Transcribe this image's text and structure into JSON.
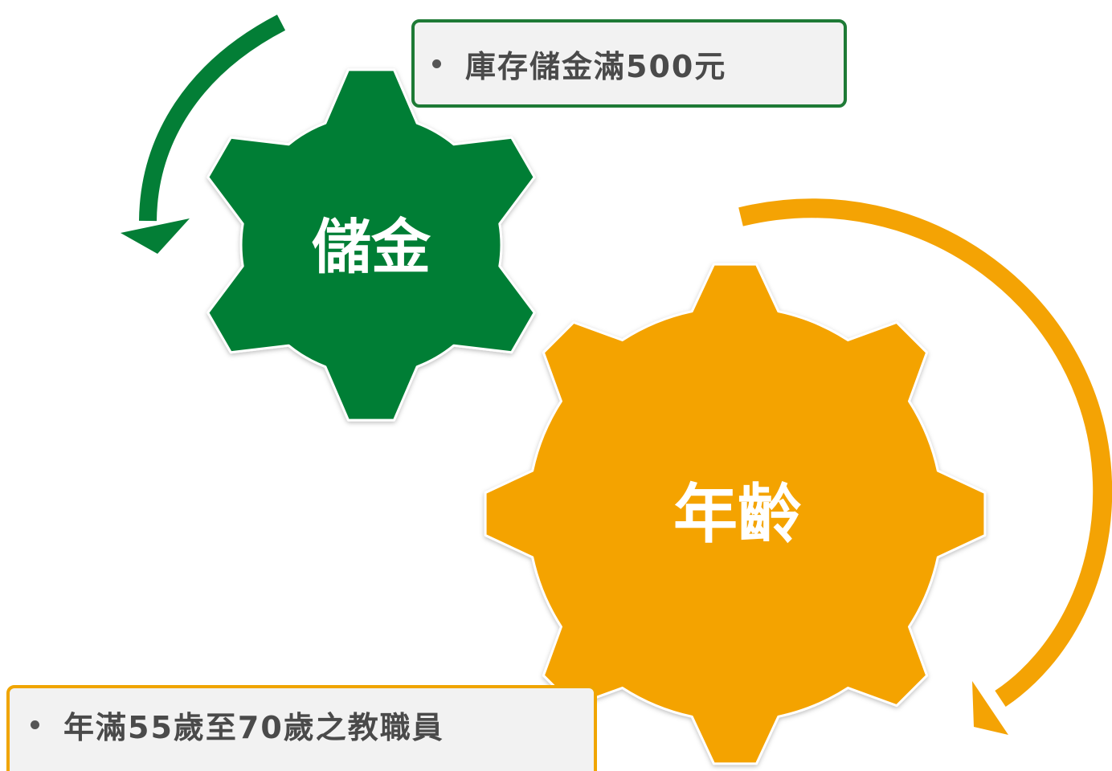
{
  "gears": {
    "savings": {
      "label": "儲金",
      "color": "#037e36"
    },
    "age": {
      "label": "年齡",
      "color": "#f4a304"
    }
  },
  "notes": {
    "savings_condition": "庫存儲金滿500元",
    "age_condition": "年滿55歲至70歲之教職員"
  },
  "colors": {
    "green_arrow": "#037e36",
    "orange_arrow": "#f4a304",
    "note_background": "#f2f2f2",
    "note_text": "#4a4a4a"
  }
}
